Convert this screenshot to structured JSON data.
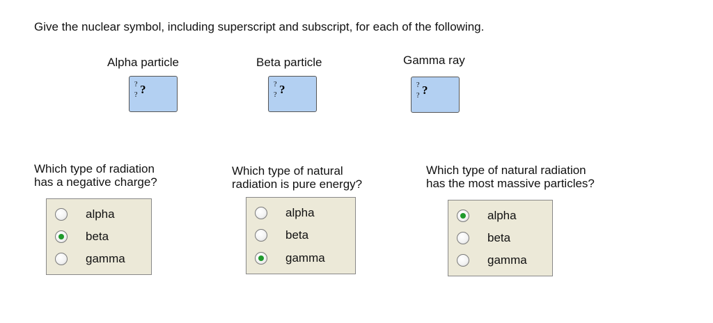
{
  "instructions": "Give the nuclear symbol, including superscript and subscript, for each of the following.",
  "symbols": [
    {
      "label": "Alpha particle",
      "superscript": "?",
      "subscript": "?",
      "symbol": "?"
    },
    {
      "label": "Beta particle",
      "superscript": "?",
      "subscript": "?",
      "symbol": "?"
    },
    {
      "label": "Gamma ray",
      "superscript": "?",
      "subscript": "?",
      "symbol": "?"
    }
  ],
  "questions": [
    {
      "lines": [
        "Which type of radiation",
        "has a negative charge?"
      ],
      "options": [
        "alpha",
        "beta",
        "gamma"
      ],
      "selected": "beta"
    },
    {
      "lines": [
        "Which type of natural",
        "radiation is pure energy?"
      ],
      "options": [
        "alpha",
        "beta",
        "gamma"
      ],
      "selected": "gamma"
    },
    {
      "lines": [
        "Which type of natural radiation",
        "has the most massive particles?"
      ],
      "options": [
        "alpha",
        "beta",
        "gamma"
      ],
      "selected": "alpha"
    }
  ],
  "colors": {
    "symbol_box": "#b3d0f2",
    "radio_panel": "#ece9d8",
    "radio_selected": "#1f9a2c"
  }
}
